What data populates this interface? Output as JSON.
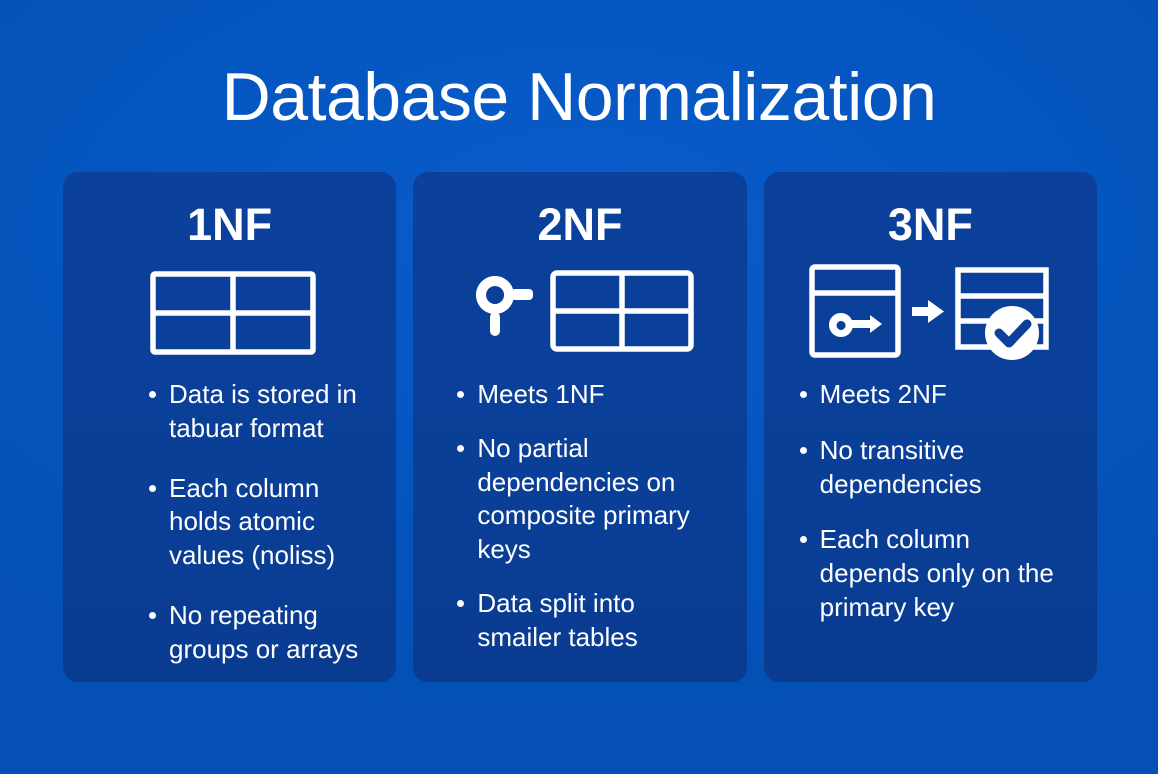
{
  "poster": {
    "title": "Database Normalization",
    "background_color": "#0455be",
    "card_color": "#0b419b",
    "text_color": "#ffffff"
  },
  "cards": [
    {
      "title": "1NF",
      "icon": "table-grid-icon",
      "bullets": [
        "Data is stored in tabuar format",
        "Each column holds atomic values (noliss)",
        "No repeating groups or arrays"
      ]
    },
    {
      "title": "2NF",
      "icon": "key-and-table-icon",
      "bullets": [
        "Meets 1NF",
        "No partial dependencies on composite primary keys",
        "Data split into smailer tables"
      ]
    },
    {
      "title": "3NF",
      "icon": "table-arrow-table-check-icon",
      "bullets": [
        "Meets 2NF",
        "No transitive dependencies",
        "Each column depends only on the primary key"
      ]
    }
  ]
}
